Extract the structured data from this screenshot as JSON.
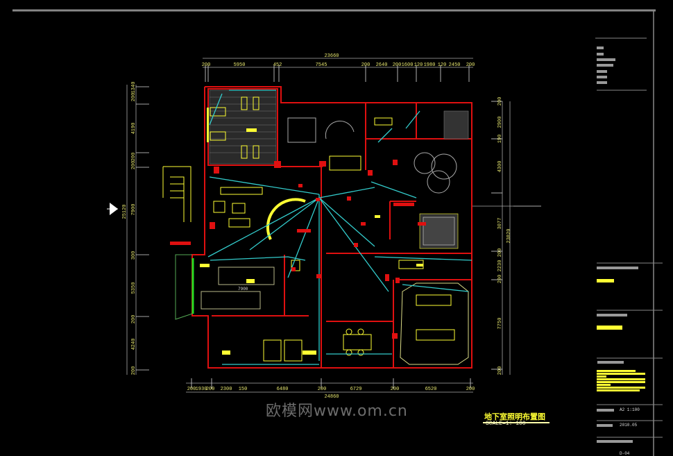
{
  "drawing": {
    "title": "地下室照明布置图",
    "scale": "SCALE=1: 100",
    "garage_dimension": "7900",
    "watermark": "欧模网www.om.cn"
  },
  "dimensions": {
    "top_overall": "23660",
    "top_segments": [
      "200",
      "5950",
      "452",
      "7545",
      "200",
      "2640",
      "200",
      "1600",
      "120",
      "1980",
      "120",
      "2450",
      "200"
    ],
    "bottom_overall": "24860",
    "bottom_segments": [
      "200",
      "1930",
      "200",
      "2300",
      "150",
      "6480",
      "200",
      "6729",
      "200",
      "6520",
      "200"
    ],
    "left_overall": "25120",
    "left_segments": [
      "1340",
      "200",
      "4190",
      "200",
      "200",
      "7900",
      "300",
      "5350",
      "200",
      "4240",
      "200"
    ],
    "right_overall": "23820",
    "right_segments": [
      "200",
      "2900",
      "190",
      "4300",
      "3077",
      "200",
      "2230",
      "200",
      "7750",
      "200"
    ]
  },
  "title_block": {
    "sheet_scale": "A2   1:100",
    "date": "2010.05",
    "sheet_no": "D-04"
  },
  "colors": {
    "background": "#000000",
    "wall": "#e01010",
    "furniture": "#ffff33",
    "wiring": "#33cccc",
    "dimension": "#e8e870",
    "frame": "#888888"
  }
}
